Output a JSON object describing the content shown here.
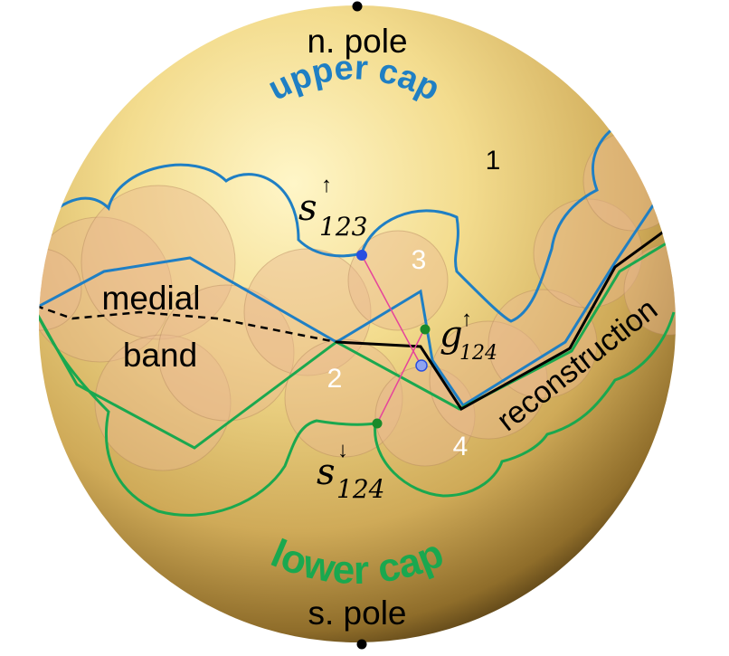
{
  "labels": {
    "north_pole": "n. pole",
    "south_pole": "s. pole",
    "upper_cap": "upper cap",
    "lower_cap": "lower cap",
    "medial": "medial",
    "band": "band",
    "reconstruction": "reconstruction",
    "region_1": "1",
    "region_2": "2",
    "region_3": "3",
    "region_4": "4",
    "s_up_base": "s",
    "s_up_sup": "↑",
    "s_up_sub": "123",
    "s_down_base": "s",
    "s_down_sup": "↓",
    "s_down_sub": "124",
    "g_base": "g",
    "g_sup": "↑",
    "g_sub": "124"
  },
  "colors": {
    "upper": "#1f7fc4",
    "lower": "#1aa84f",
    "reconstruction": "#000000",
    "disk": "#e8b890",
    "connector": "#e6449a",
    "point_blue": "#2a4fe0",
    "point_green": "#1a8a2a",
    "region_light": "#ffffff"
  }
}
